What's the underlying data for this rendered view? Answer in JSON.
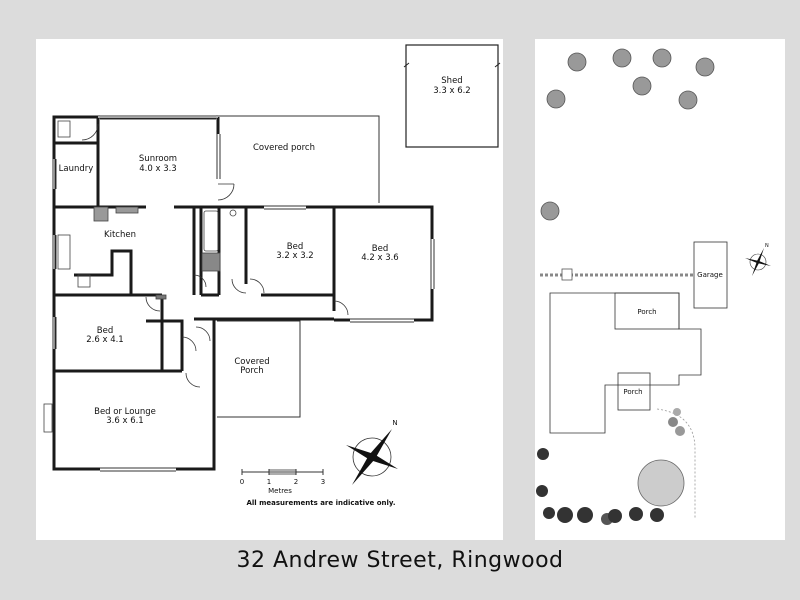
{
  "floorplan": {
    "rooms": {
      "laundry": "Laundry",
      "sunroom": "Sunroom",
      "sunroom_size": "4.0 x 3.3",
      "covered_porch_top": "Covered porch",
      "shed": "Shed",
      "shed_size": "3.3 x 6.2",
      "kitchen": "Kitchen",
      "bed_center": "Bed",
      "bed_center_size": "3.2 x 3.2",
      "bed_right": "Bed",
      "bed_right_size": "4.2 x 3.6",
      "bed_left": "Bed",
      "bed_left_size": "2.6 x 4.1",
      "covered_porch_bottom_1": "Covered",
      "covered_porch_bottom_2": "Porch",
      "lounge": "Bed or Lounge",
      "lounge_size": "3.6 x 6.1"
    },
    "scale": {
      "ticks": [
        "0",
        "1",
        "2",
        "3"
      ],
      "unit": "Metres"
    },
    "disclaimer": "All measurements are indicative only.",
    "compass_label": "N"
  },
  "siteplan": {
    "garage": "Garage",
    "porch_top": "Porch",
    "porch_bottom": "Porch",
    "compass_label": "N"
  },
  "address": "32 Andrew Street, Ringwood"
}
